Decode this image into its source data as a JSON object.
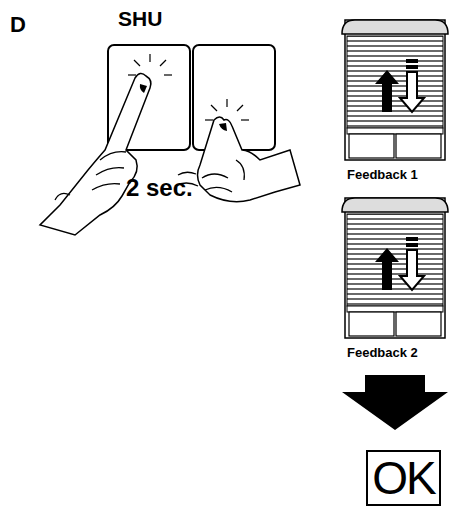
{
  "diagram": {
    "nodes": [
      {
        "text": [
          "OK"
        ]
      }
    ],
    "labels": [
      "D",
      "SHU",
      "2 sec.",
      "Feedback 1",
      "Feedback 2"
    ]
  }
}
